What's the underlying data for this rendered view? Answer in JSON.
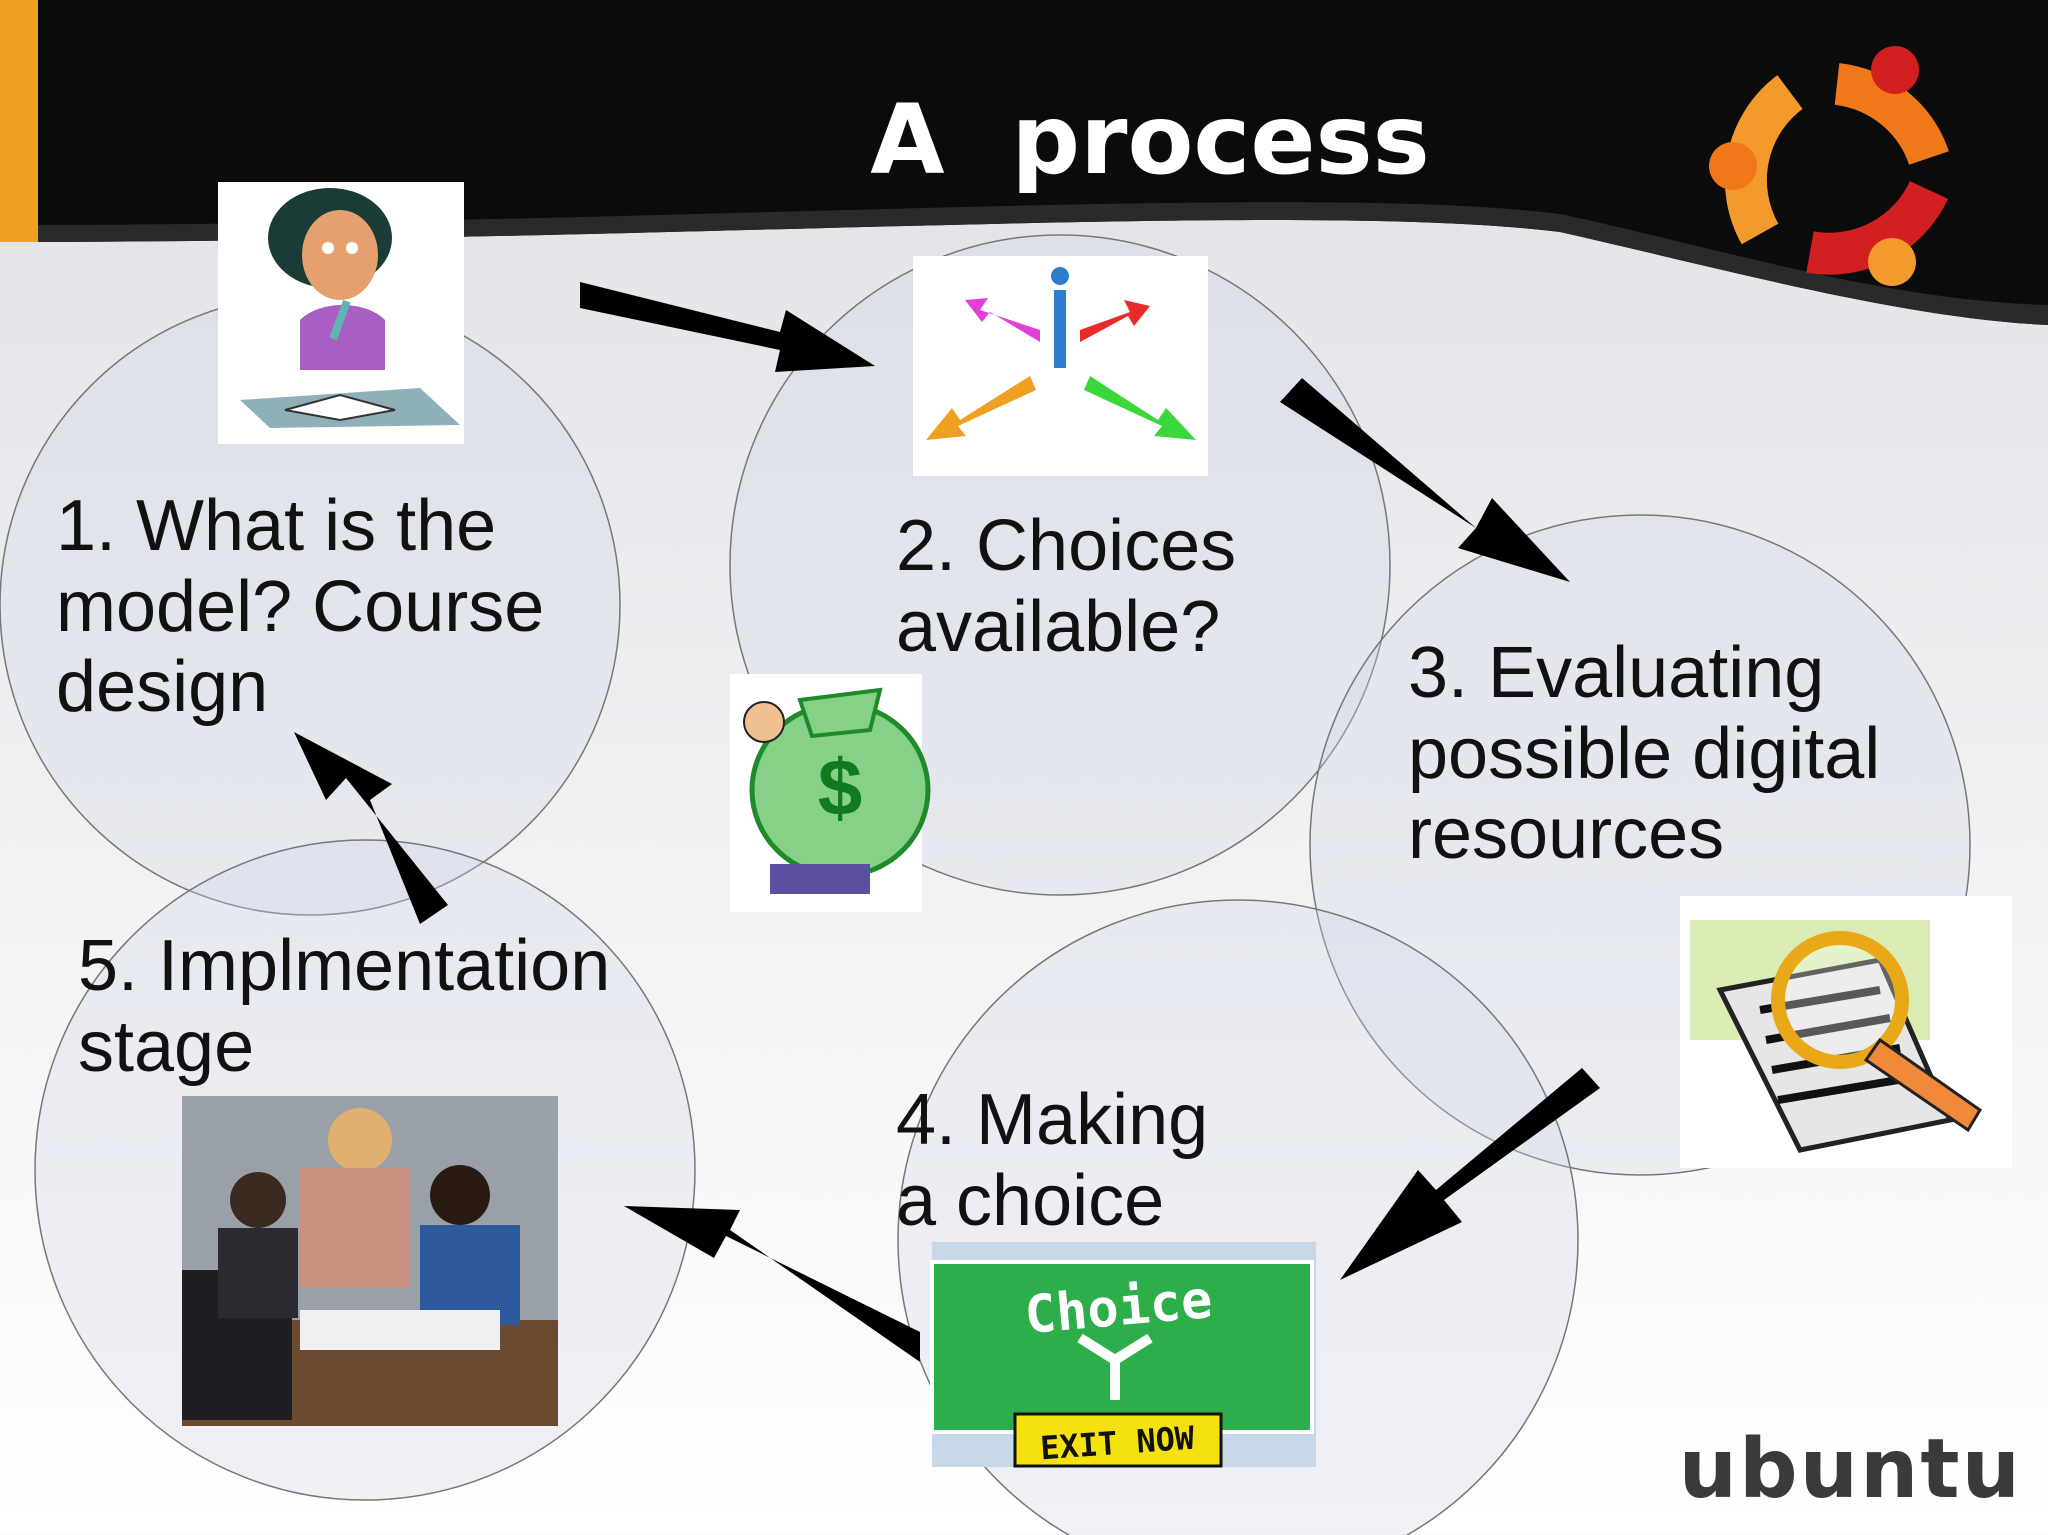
{
  "slide": {
    "title": "A  process",
    "brand": "ubuntu",
    "brand_colors": {
      "orange": "#f07818",
      "red": "#d21f1f",
      "header": "#0b0b0b",
      "accent": "#f0a020"
    }
  },
  "stages": [
    {
      "label": "1. What is the\nmodel? Course\ndesign",
      "icon": "thinking-student-icon"
    },
    {
      "label": "2. Choices\navailable?",
      "icon": "direction-arrows-icon"
    },
    {
      "label": "3. Evaluating\npossible digital\nresources",
      "icon": "magnifier-document-icon"
    },
    {
      "label": "4. Making\na choice",
      "icon": "choice-road-sign-icon"
    },
    {
      "label": "5. Implmentation\nstage",
      "icon": "classroom-photo-icon"
    }
  ],
  "images": {
    "money_bag_symbol": "$",
    "sign_text": "Choice",
    "sign_subtext": "EXIT NOW"
  }
}
